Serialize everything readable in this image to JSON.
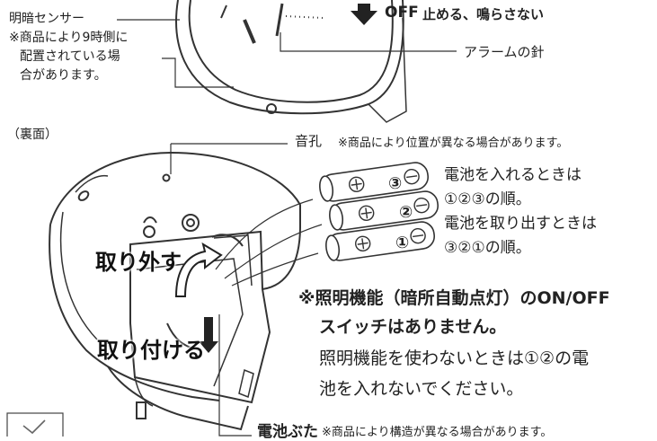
{
  "top": {
    "sensor_title": "明暗センサー",
    "sensor_note": [
      "※商品により9時側に",
      "配置されている場",
      "合があります。"
    ],
    "off_label": "OFF",
    "off_text": "止める、鳴らさない",
    "alarm_hand_label": "アラームの針"
  },
  "back": {
    "heading": "（裏面）",
    "sound_hole_label": "音孔",
    "sound_hole_note": "※商品により位置が異なる場合があります。",
    "remove_label": "取り外す",
    "attach_label": "取り付ける",
    "battery_cover_label": "電池ぶた",
    "battery_cover_note": "※商品により構造が異なる場合があります。"
  },
  "batteries": [
    {
      "number": "③"
    },
    {
      "number": "②"
    },
    {
      "number": "①"
    }
  ],
  "instructions": {
    "insert_line1": "電池を入れるときは",
    "insert_line2": "①②③の順。",
    "remove_line1": "電池を取り出すときは",
    "remove_line2": "③②①の順。"
  },
  "notice": {
    "line1": "※照明機能（暗所自動点灯）のON/OFF",
    "line2": "スイッチはありません。",
    "line3": "照明機能を使わないときは①②の電",
    "line4": "池を入れないでください。"
  }
}
